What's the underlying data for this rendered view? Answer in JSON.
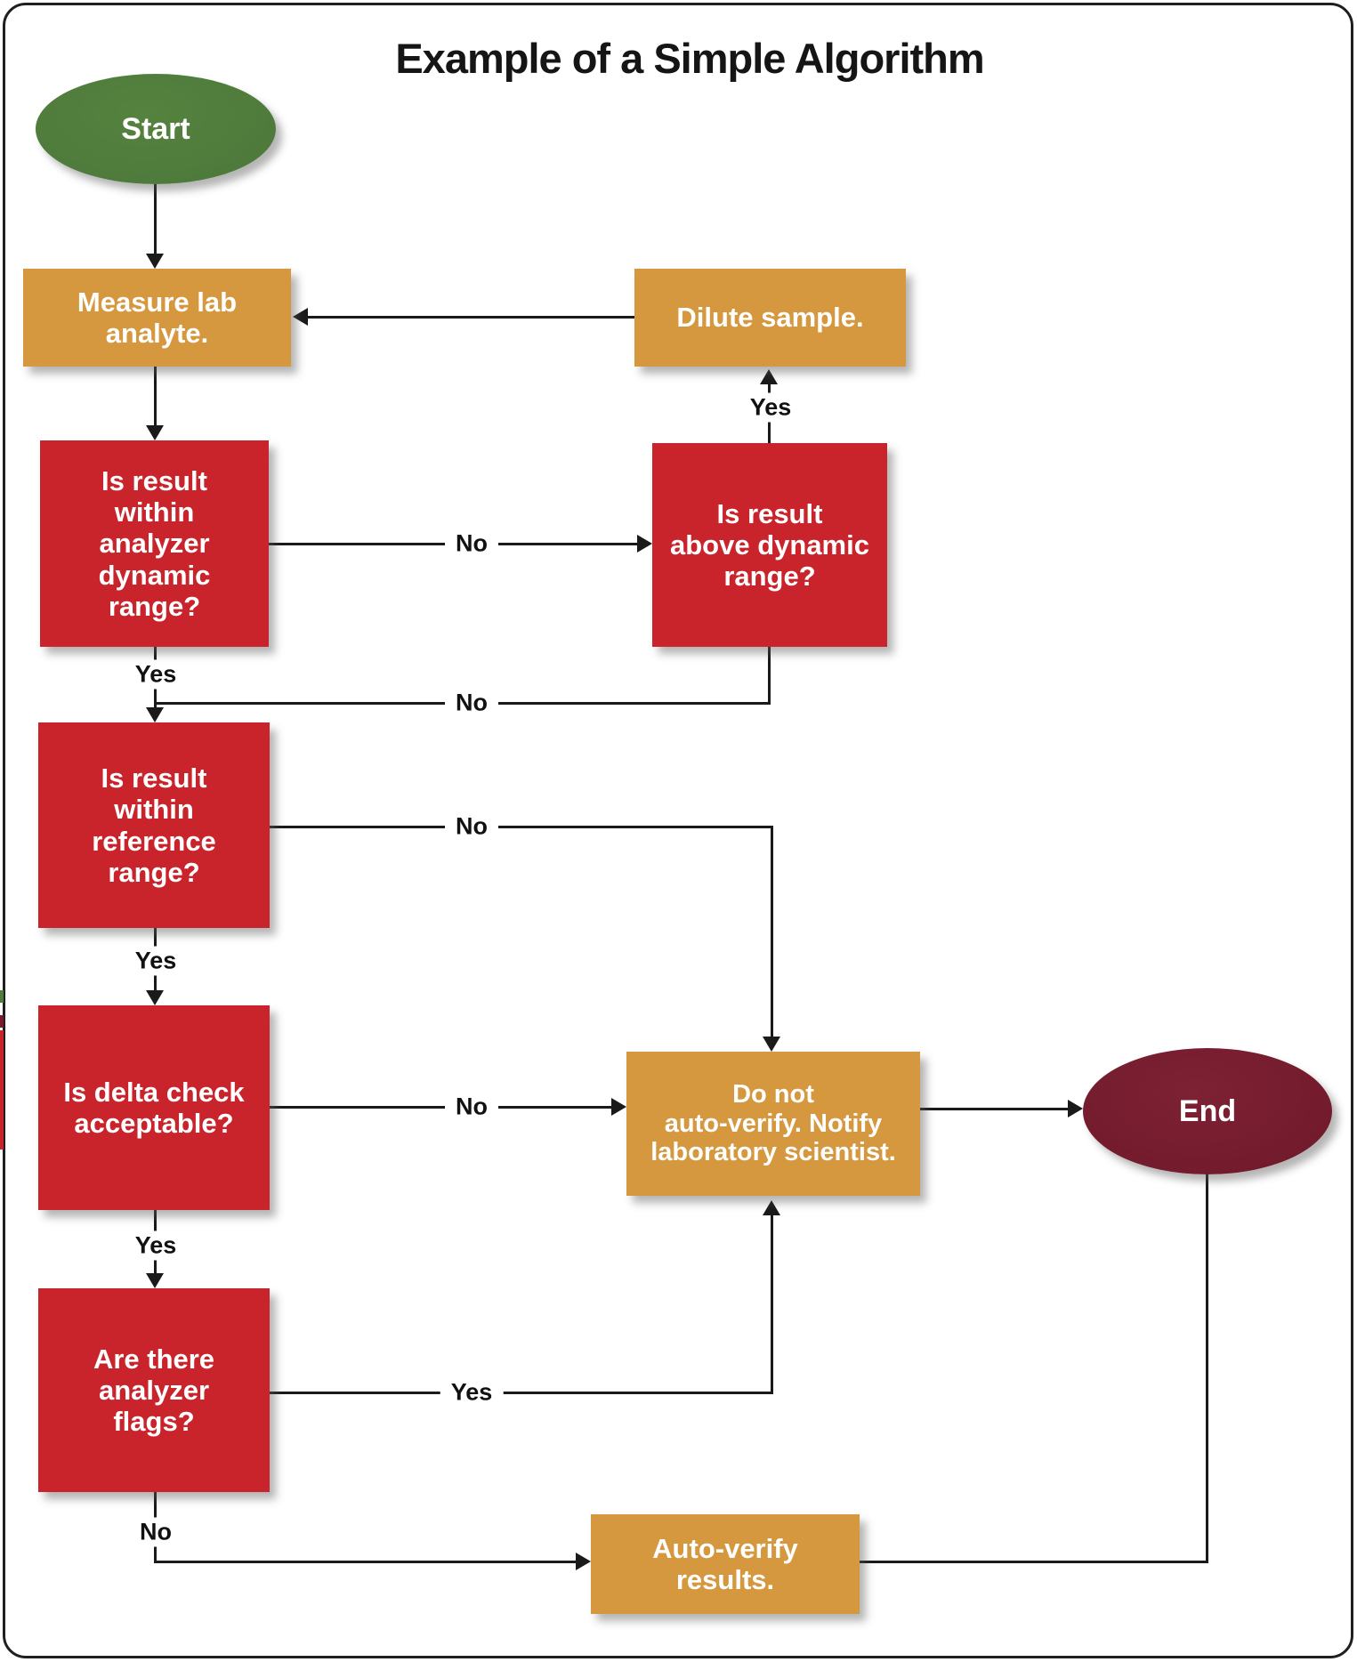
{
  "title": "Example of a Simple Algorithm",
  "diagram_type": "flowchart",
  "colors": {
    "start_node": "#4e7c3c",
    "end_node": "#771b2d",
    "process_node": "#d6983f",
    "decision_node": "#c9232b",
    "connector_line": "#1a1a1a",
    "node_text": "#ffffff",
    "title_text": "#151515"
  },
  "nodes": {
    "start": {
      "label": "Start",
      "type": "terminator"
    },
    "measure": {
      "label": "Measure lab\nanalyte.",
      "type": "process"
    },
    "dilute": {
      "label": "Dilute sample.",
      "type": "process"
    },
    "dynamic_range": {
      "label": "Is result\nwithin\nanalyzer\ndynamic\nrange?",
      "type": "decision"
    },
    "above_range": {
      "label": "Is result\nabove dynamic\nrange?",
      "type": "decision"
    },
    "reference_range": {
      "label": "Is result\nwithin\nreference\nrange?",
      "type": "decision"
    },
    "delta_check": {
      "label": "Is delta check\nacceptable?",
      "type": "decision"
    },
    "analyzer_flags": {
      "label": "Are there\nanalyzer\nflags?",
      "type": "decision"
    },
    "notify": {
      "label": "Do not\nauto-verify. Notify\nlaboratory scientist.",
      "type": "process"
    },
    "autoverify": {
      "label": "Auto-verify\nresults.",
      "type": "process"
    },
    "end": {
      "label": "End",
      "type": "terminator"
    }
  },
  "edge_labels": {
    "dynamic_no": "No",
    "dynamic_yes": "Yes",
    "above_yes": "Yes",
    "above_no": "No",
    "reference_no": "No",
    "reference_yes": "Yes",
    "delta_no": "No",
    "delta_yes": "Yes",
    "flags_yes": "Yes",
    "flags_no": "No"
  }
}
